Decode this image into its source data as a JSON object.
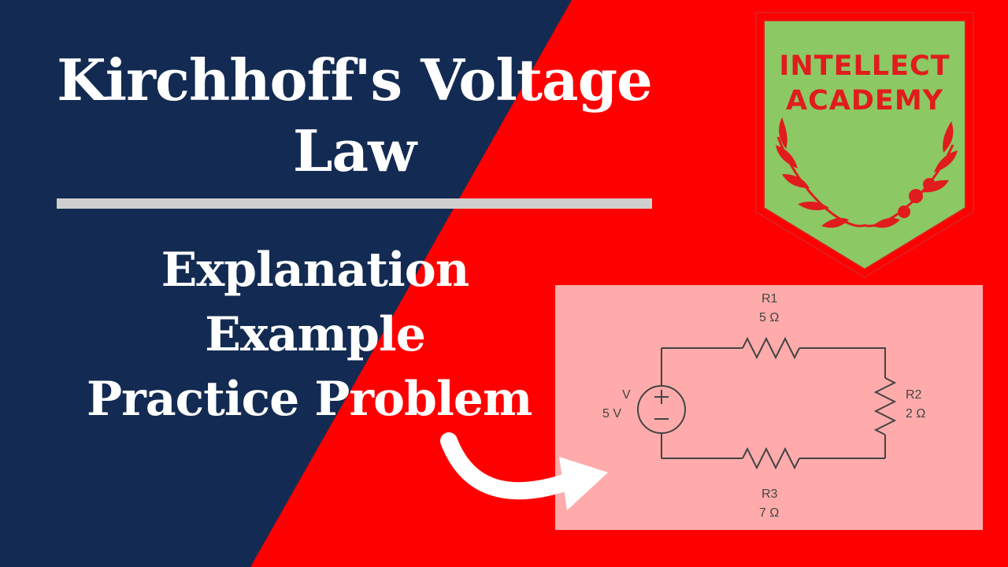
{
  "heading": {
    "line1": "Kirchhoff's Voltage",
    "line2": "Law"
  },
  "topics": {
    "item1": "Explanation",
    "item2": "Example",
    "item3": "Practice Problem"
  },
  "badge": {
    "line1": "INTELLECT",
    "line2": "ACADEMY",
    "fill": "#8cc864",
    "accent": "#e01c1c"
  },
  "circuit": {
    "source": {
      "name": "V",
      "value": "5 V"
    },
    "r1": {
      "name": "R1",
      "value": "5 Ω"
    },
    "r2": {
      "name": "R2",
      "value": "2 Ω"
    },
    "r3": {
      "name": "R3",
      "value": "7 Ω"
    }
  },
  "colors": {
    "navy": "#132b52",
    "red": "#ff0000",
    "panel": "#ffabab"
  }
}
